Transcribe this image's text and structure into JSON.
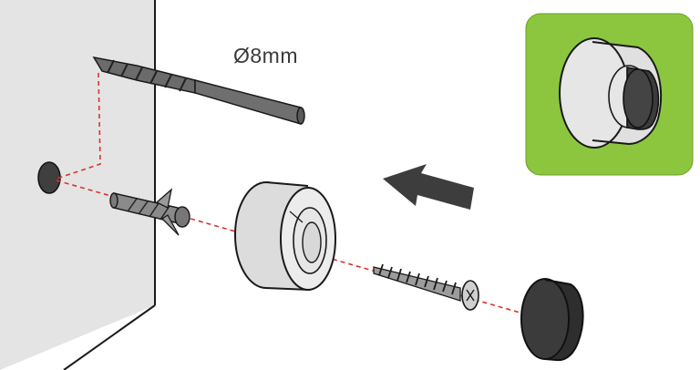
{
  "drill_label": "Ø8mm",
  "colors": {
    "wall": "#e4e4e4",
    "dashed_line": "#d9342b",
    "inset_background": "#8cc63f",
    "cap": "#3b3b3b",
    "ring": "#ececec",
    "arrow": "#3d3d3d"
  },
  "parts": [
    "drill-bit",
    "wall-plug",
    "door-stop-ring",
    "screw",
    "rubber-cap"
  ]
}
